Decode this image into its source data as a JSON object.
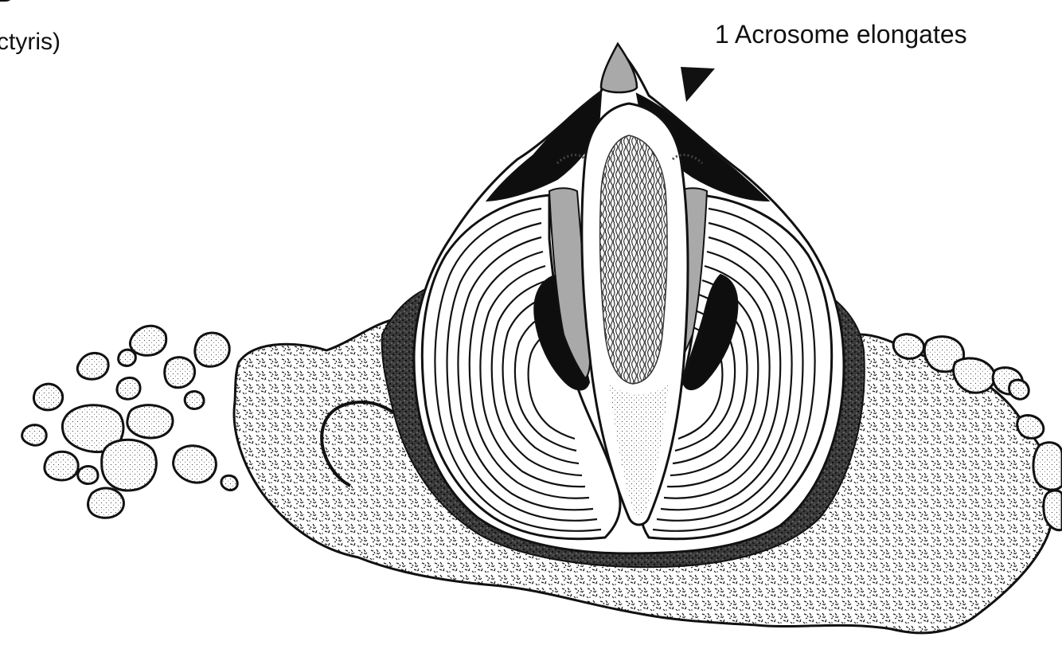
{
  "labels": {
    "cut_top": "B",
    "cut_species": "ctyris)",
    "stage_label": "1 Acrosome elongates"
  },
  "colors": {
    "ink": "#111111",
    "acrosome_gray": "#a9a9a9",
    "paper": "#ffffff",
    "stipple": "#1c1c1c"
  }
}
